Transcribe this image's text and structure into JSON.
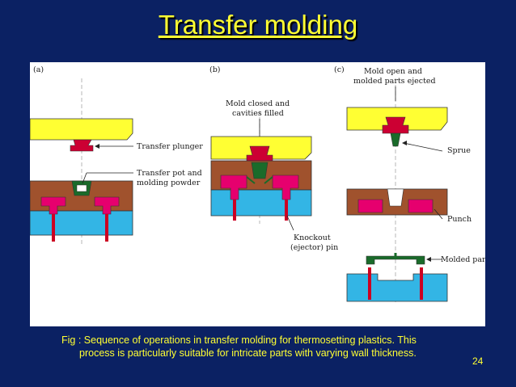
{
  "slide": {
    "title": "Transfer molding",
    "caption_line1": "Fig : Sequence of operations in transfer molding for thermosetting plastics. This",
    "caption_line2": "process is particularly suitable for intricate parts with varying wall thickness.",
    "page_number": "24"
  },
  "figure": {
    "panel_a": {
      "tag": "(a)"
    },
    "panel_b": {
      "tag": "(b)"
    },
    "panel_c": {
      "tag": "(c)"
    },
    "labels": {
      "transfer_plunger": "Transfer plunger",
      "transfer_pot_1": "Transfer pot and",
      "transfer_pot_2": "molding powder",
      "mold_closed_1": "Mold closed and",
      "mold_closed_2": "cavities filled",
      "knockout_1": "Knockout",
      "knockout_2": "(ejector) pin",
      "mold_open_1": "Mold open and",
      "mold_open_2": "molded parts ejected",
      "sprue": "Sprue",
      "punch": "Punch",
      "molded_parts": "Molded parts"
    },
    "colors": {
      "plunger_plate": "#ffff33",
      "upper_die": "#a0522d",
      "lower_die": "#33b5e5",
      "molding_material": "#e6006e",
      "ejector_pin": "#cc0022",
      "transfer_material": "#1a6b2a"
    }
  }
}
